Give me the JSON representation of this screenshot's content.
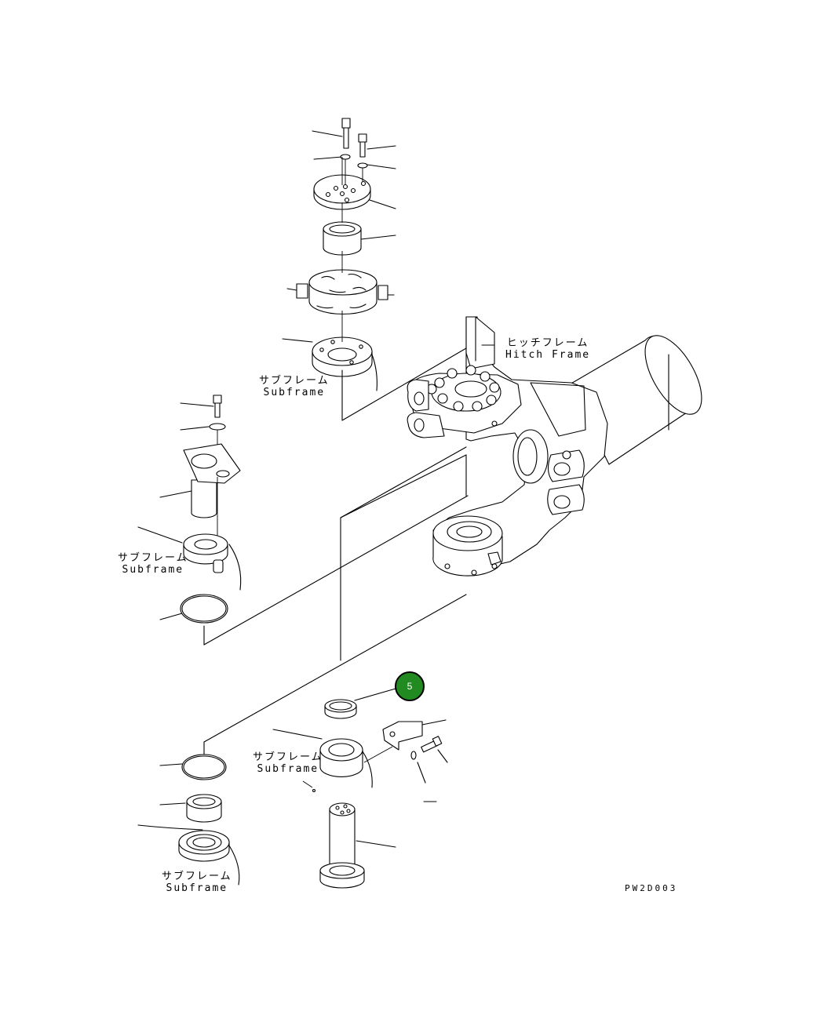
{
  "labels": {
    "hitch_frame_ja": "ヒッチフレーム",
    "hitch_frame_en": "Hitch Frame",
    "subframe_ja": "サブフレーム",
    "subframe_en": "Subframe"
  },
  "callout": {
    "number": "5",
    "color": "#218a21"
  },
  "drawing_code": "PW2D003"
}
